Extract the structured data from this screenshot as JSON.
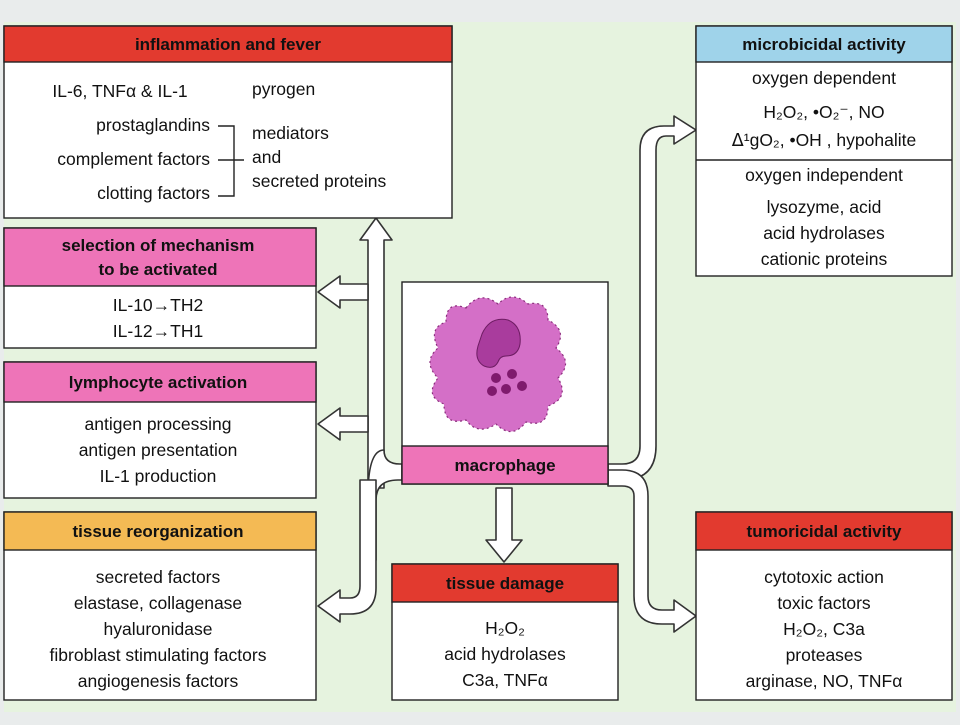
{
  "colors": {
    "background": "#e9ecec",
    "panel": "#e6f3df",
    "red_header": "#e23a2f",
    "pink_header": "#ee74b8",
    "blue_header": "#9fd3ea",
    "orange_header": "#f4ba54",
    "cell_body": "#d46fc7",
    "cell_nucleus": "#a93c9d",
    "cell_granule": "#7f1a6d"
  },
  "boxes": {
    "inflammation": {
      "title": "inflammation and fever",
      "row1_left": "IL-6, TNFα & IL-1",
      "row1_right": "pyrogen",
      "left_items": [
        "prostaglandins",
        "complement factors",
        "clotting factors"
      ],
      "right_items": [
        "mediators",
        "and",
        "secreted proteins"
      ]
    },
    "selection": {
      "title_lines": [
        "selection of mechanism",
        "to be activated"
      ],
      "lines": [
        "IL-10→TH2",
        "IL-12→TH1"
      ]
    },
    "lymphocyte": {
      "title": "lymphocyte activation",
      "lines": [
        "antigen processing",
        "antigen presentation",
        "IL-1 production"
      ]
    },
    "tissue_reorg": {
      "title": "tissue reorganization",
      "lines": [
        "secreted factors",
        "elastase, collagenase",
        "hyaluronidase",
        "fibroblast stimulating factors",
        "angiogenesis factors"
      ]
    },
    "macrophage": {
      "label": "macrophage"
    },
    "tissue_damage": {
      "title": "tissue damage",
      "lines": [
        "H₂O₂",
        "acid hydrolases",
        "C3a, TNFα"
      ]
    },
    "microbicidal": {
      "title": "microbicidal activity",
      "oxygen_dependent": "oxygen dependent",
      "dep_lines": [
        "H₂O₂, •O₂⁻, NO",
        "ᐃ¹gO₂, •OH , hypohalite"
      ],
      "oxygen_independent": "oxygen independent",
      "indep_lines": [
        "lysozyme, acid",
        "acid hydrolases",
        "cationic proteins"
      ]
    },
    "tumoricidal": {
      "title": "tumoricidal activity",
      "lines": [
        "cytotoxic action",
        "toxic factors",
        "H₂O₂, C3a",
        "proteases",
        "arginase, NO, TNFα"
      ]
    }
  }
}
